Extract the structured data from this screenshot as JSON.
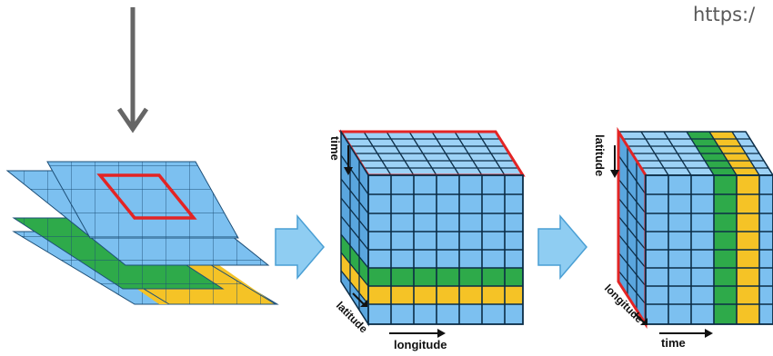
{
  "header": {
    "url_fragment": "https:/"
  },
  "labels": {
    "time": "time",
    "latitude": "latitude",
    "longitude": "longitude"
  },
  "colors": {
    "blue": "#7cc0f0",
    "blue_top": "#9dd2f6",
    "blue_side": "#5aa6de",
    "green": "#2eaa4a",
    "yellow": "#f5c326",
    "red": "#e32424",
    "arrow_fill": "#8fcdf2",
    "arrow_stroke": "#4a9fd4",
    "down_arrow": "#666666"
  },
  "icons": [
    "down-arrow-icon",
    "right-arrow-icon"
  ]
}
